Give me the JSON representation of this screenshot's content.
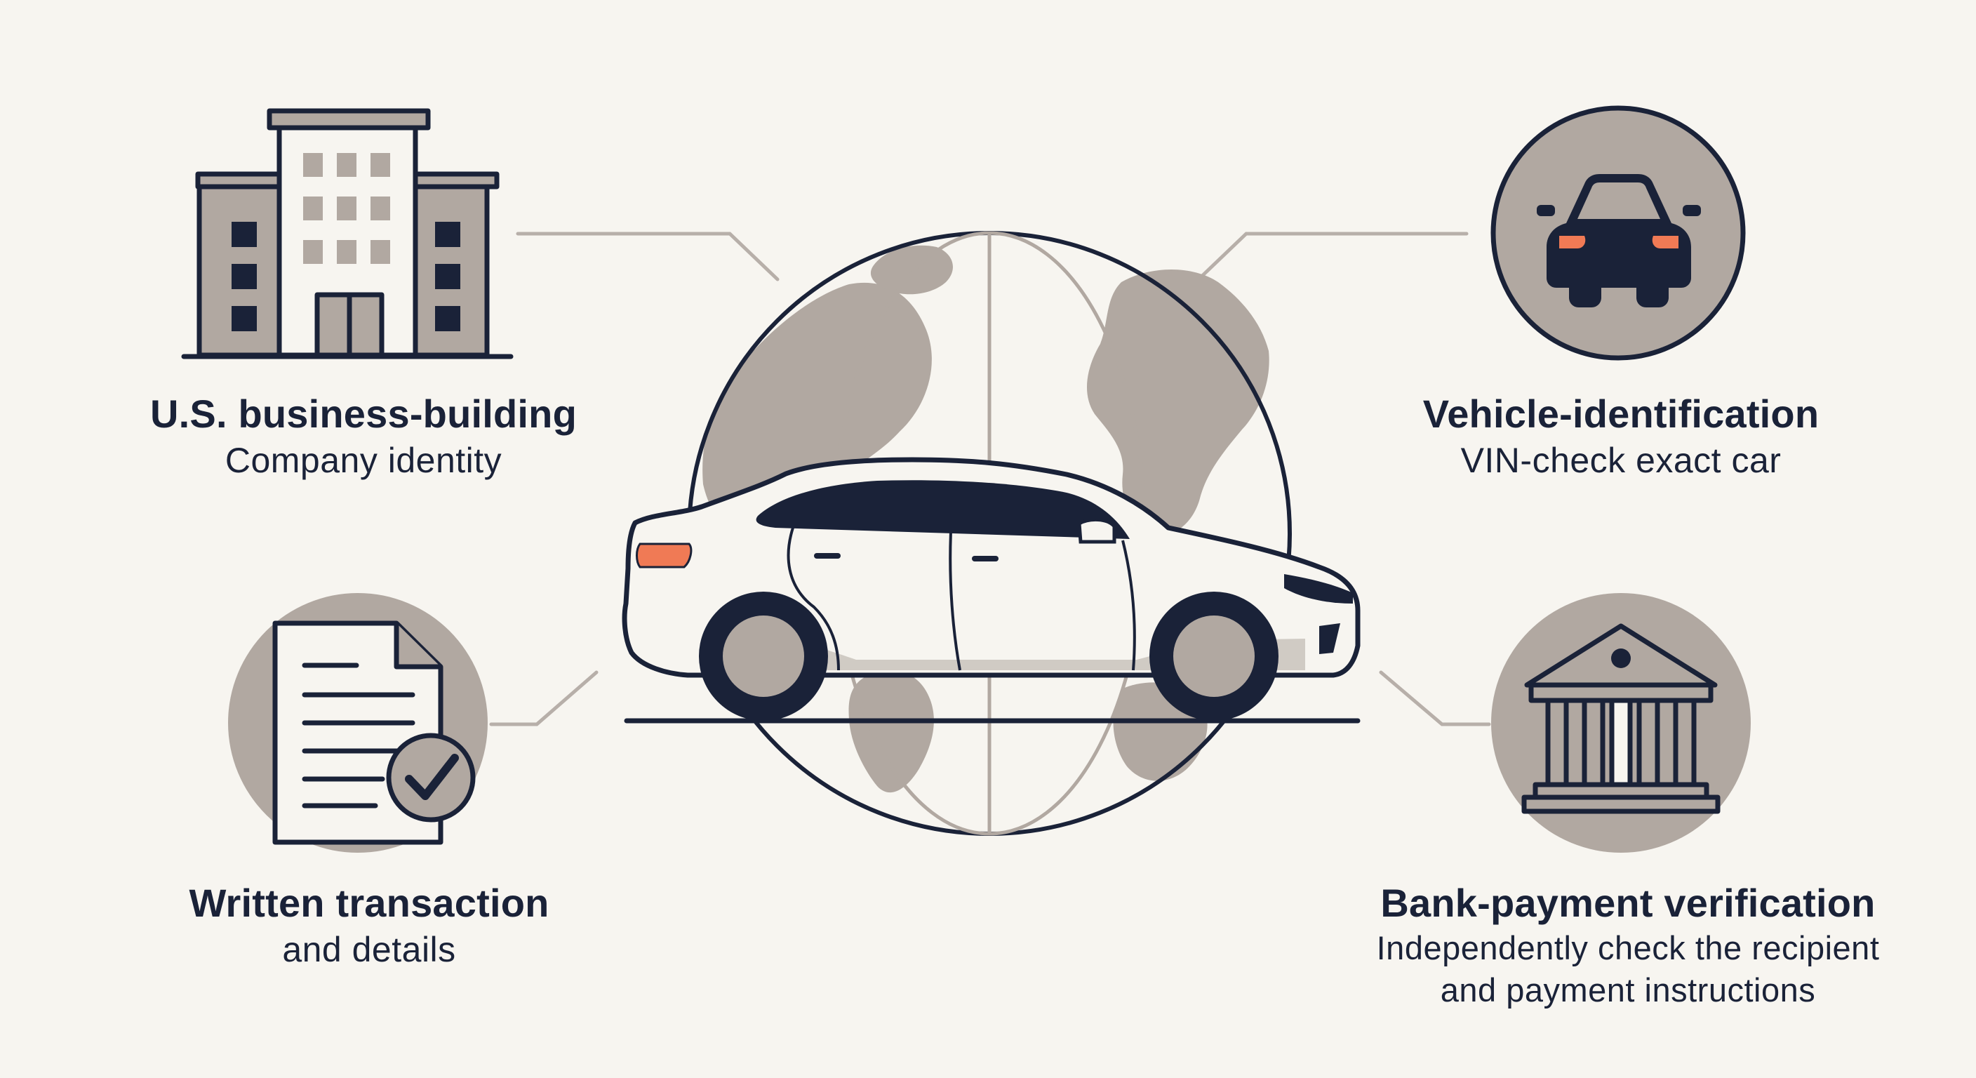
{
  "colors": {
    "background": "#f7f5f0",
    "ink": "#1a2238",
    "taupe": "#b1a8a1",
    "accent_orange": "#f07a55",
    "connector": "#b7afa9"
  },
  "icons": {
    "top_left": "office-building-icon",
    "bottom_left": "document-checkmark-icon",
    "top_right": "car-front-icon",
    "bottom_right": "bank-building-icon",
    "center": "globe-and-car-illustration"
  },
  "features": {
    "top_left": {
      "title": "U.S. business-building",
      "subtitle_lines": [
        "Company identity"
      ]
    },
    "bottom_left": {
      "title": "Written transaction",
      "subtitle_lines": [
        "and details"
      ]
    },
    "top_right": {
      "title": "Vehicle-identification",
      "subtitle_lines": [
        "VIN-check exact car"
      ]
    },
    "bottom_right": {
      "title": "Bank-payment verification",
      "subtitle_lines": [
        "Independently check the recipient",
        "and payment instructions"
      ]
    }
  }
}
